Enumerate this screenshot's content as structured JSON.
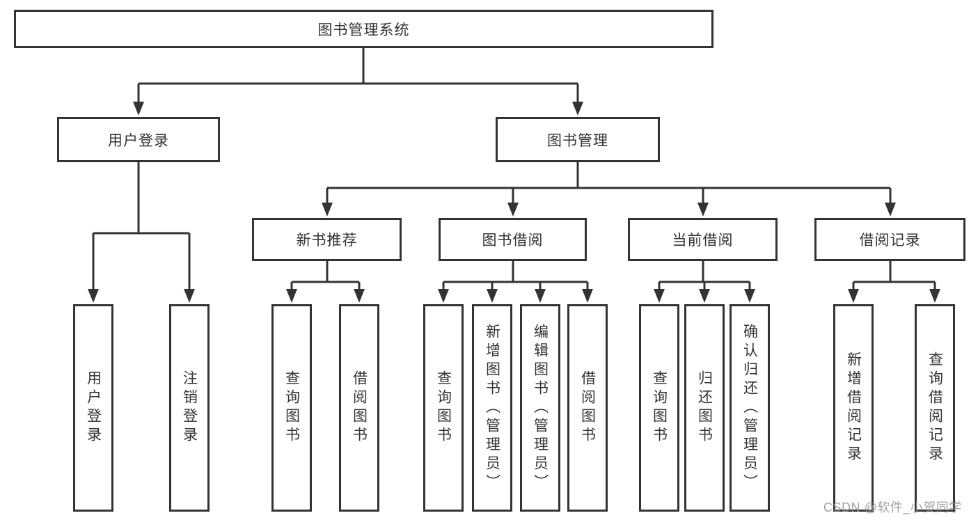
{
  "diagram": {
    "title": "图书管理系统",
    "root": {
      "label": "图书管理系统"
    },
    "level2": [
      {
        "id": "user-login",
        "label": "用户登录"
      },
      {
        "id": "book-management",
        "label": "图书管理"
      }
    ],
    "level3": [
      {
        "id": "new-book-recommend",
        "label": "新书推荐"
      },
      {
        "id": "book-borrowing",
        "label": "图书借阅"
      },
      {
        "id": "current-borrowing",
        "label": "当前借阅"
      },
      {
        "id": "borrowing-records",
        "label": "借阅记录"
      }
    ],
    "leaves": [
      {
        "group": "user-login",
        "label": "用户登录"
      },
      {
        "group": "user-login",
        "label": "注销登录"
      },
      {
        "group": "new-book-recommend",
        "label": "查询图书"
      },
      {
        "group": "new-book-recommend",
        "label": "借阅图书"
      },
      {
        "group": "book-borrowing",
        "label": "查询图书"
      },
      {
        "group": "book-borrowing",
        "label": "新增图书（管理员）"
      },
      {
        "group": "book-borrowing",
        "label": "编辑图书（管理员）"
      },
      {
        "group": "book-borrowing",
        "label": "借阅图书"
      },
      {
        "group": "current-borrowing",
        "label": "查询图书"
      },
      {
        "group": "current-borrowing",
        "label": "归还图书"
      },
      {
        "group": "current-borrowing",
        "label": "确认归还（管理员）"
      },
      {
        "group": "borrowing-records",
        "label": "新增借阅记录"
      },
      {
        "group": "borrowing-records",
        "label": "查询借阅记录"
      }
    ],
    "line_color": "#333333"
  },
  "watermark": "CSDN @软件_小贺同学"
}
